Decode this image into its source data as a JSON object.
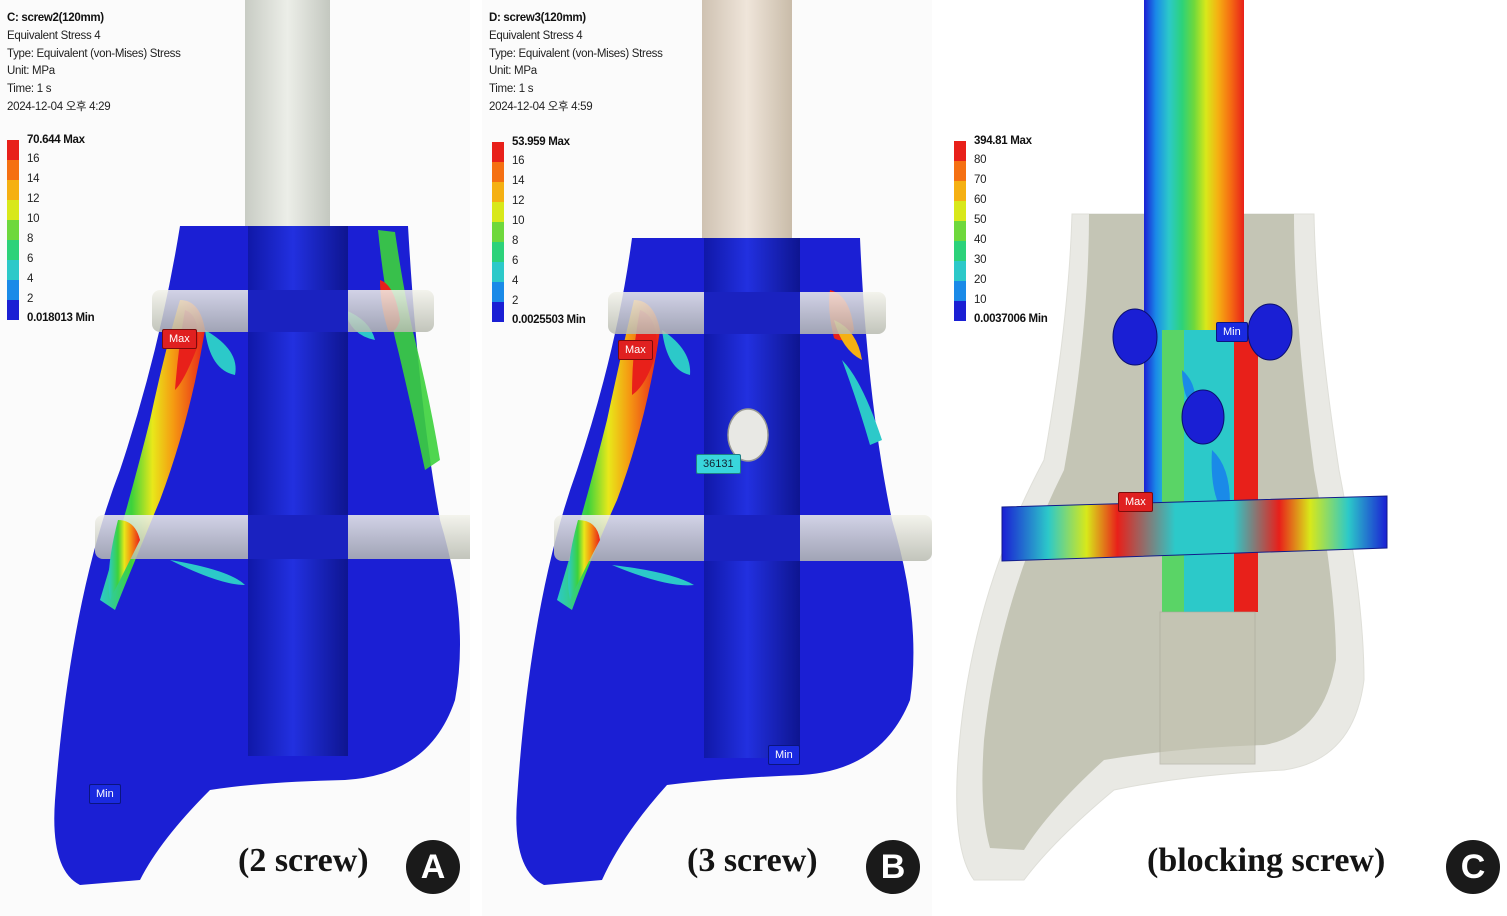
{
  "panels": {
    "a": {
      "header": [
        "C: screw2(120mm)",
        "Equivalent Stress 4",
        "Type: Equivalent (von-Mises) Stress",
        "Unit: MPa",
        "Time: 1 s",
        "2024-12-04 오후 4:29"
      ],
      "legend": [
        "70.644 Max",
        "16",
        "14",
        "12",
        "10",
        "8",
        "6",
        "4",
        "2",
        "0.018013 Min"
      ],
      "max_tag": "Max",
      "min_tag": "Min",
      "caption": "(2 screw)",
      "badge": "A"
    },
    "b": {
      "header": [
        "D: screw3(120mm)",
        "Equivalent Stress 4",
        "Type: Equivalent (von-Mises) Stress",
        "Unit: MPa",
        "Time: 1 s",
        "2024-12-04 오후 4:59"
      ],
      "legend": [
        "53.959 Max",
        "16",
        "14",
        "12",
        "10",
        "8",
        "6",
        "4",
        "2",
        "0.0025503 Min"
      ],
      "max_tag": "Max",
      "min_tag": "Min",
      "probe_tag": "36131",
      "caption": "(3 screw)",
      "badge": "B"
    },
    "c": {
      "legend": [
        "394.81 Max",
        "80",
        "70",
        "60",
        "50",
        "40",
        "30",
        "20",
        "10",
        "0.0037006 Min"
      ],
      "max_tag": "Max",
      "min_tag": "Min",
      "caption": "(blocking screw)",
      "badge": "C"
    }
  },
  "colors": {
    "model_blue": "#1b1fd4",
    "stress_red": "#e8201a",
    "stress_orange": "#f59a12",
    "stress_yellow": "#e8e81a",
    "stress_green": "#3cd23c",
    "stress_cyan": "#2cc9c9",
    "bone_grey": "#c9c9b8",
    "nail_grey": "#d9dcd4",
    "nail_beige": "#ddd0c2"
  }
}
